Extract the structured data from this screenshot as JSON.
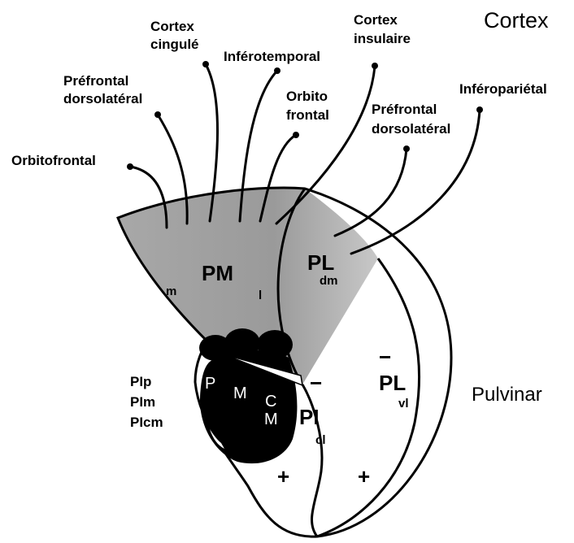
{
  "headings": {
    "cortex": "Cortex",
    "pulvinar": "Pulvinar"
  },
  "cortical_labels": {
    "cortex_cingule_line1": "Cortex",
    "cortex_cingule_line2": "cingulé",
    "inferotemporal": "Inférotemporal",
    "cortex_insulaire_line1": "Cortex",
    "cortex_insulaire_line2": "insulaire",
    "prefrontal_left_line1": "Préfrontal",
    "prefrontal_left_line2": "dorsolatéral",
    "orbito_frontal_line1": "Orbito",
    "orbito_frontal_line2": "frontal",
    "inferoparietal": "Inféropariétal",
    "prefrontal_right_line1": "Préfrontal",
    "prefrontal_right_line2": "dorsolatéral",
    "orbitofrontal": "Orbitofrontal"
  },
  "nuclei": {
    "pm": "PM",
    "pm_m": "m",
    "pm_l": "l",
    "pl": "PL",
    "pl_dm_sub": "dm",
    "pl_vl": "PL",
    "pl_vl_sub": "vl",
    "pi": "PI",
    "pi_cl_sub": "cl",
    "pip": "PIp",
    "pim": "PIm",
    "picm": "PIcm",
    "dark_p": "P",
    "dark_m": "M",
    "dark_c": "C",
    "dark_m2": "M"
  },
  "signs": {
    "minus_pi": "−",
    "minus_pl": "−",
    "plus_left": "+",
    "plus_right": "+"
  },
  "colors": {
    "shaded_region": "#9a9a9a",
    "dark_region": "#000000",
    "outline": "#000000"
  }
}
